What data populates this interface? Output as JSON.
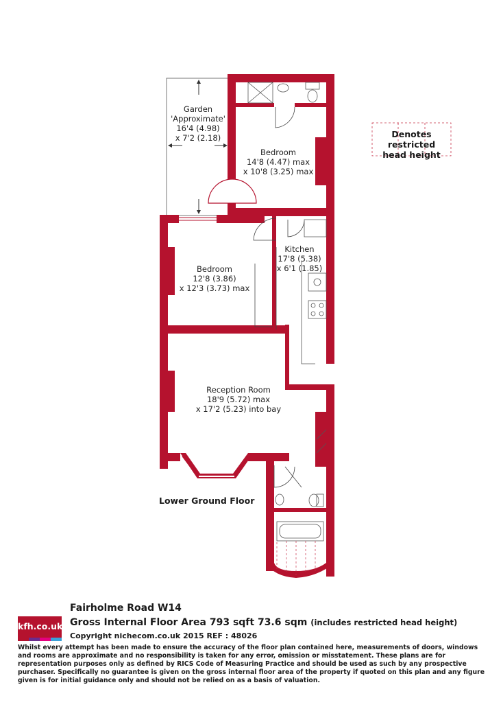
{
  "rooms": [
    {
      "id": "garden",
      "name": "Garden",
      "lines": [
        "'Approximate'",
        "16'4 (4.98)",
        "x 7'2 (2.18)"
      ]
    },
    {
      "id": "bedroom1",
      "name": "Bedroom",
      "lines": [
        "14'8 (4.47) max",
        "x 10'8 (3.25) max"
      ]
    },
    {
      "id": "kitchen",
      "name": "Kitchen",
      "lines": [
        "17'8 (5.38)",
        "x 6'1 (1.85)"
      ]
    },
    {
      "id": "bedroom2",
      "name": "Bedroom",
      "lines": [
        "12'8 (3.86)",
        "x 12'3 (3.73) max"
      ]
    },
    {
      "id": "reception",
      "name": "Reception Room",
      "lines": [
        "18'9 (5.72) max",
        "x 17'2 (5.23) into bay"
      ]
    }
  ],
  "key": {
    "line1": "Denotes restricted",
    "line2": "head height"
  },
  "floor_name": "Lower Ground Floor",
  "footer": {
    "logo_text": "kfh.co.uk",
    "logo_colors": [
      "#b5122e",
      "#6a2c8e",
      "#e5007e",
      "#3aa0d8"
    ],
    "address": "Fairholme Road  W14",
    "area_main": "Gross Internal Floor Area 793 sqft 73.6 sqm",
    "area_note": "(includes restricted head height)",
    "copyright": "Copyright nichecom.co.uk 2015 REF : 48026",
    "disclaimer": "Whilst every attempt has been made to ensure the accuracy of the floor plan contained here, measurements of doors, windows and rooms are approximate and no responsibility is taken for any error, omission or misstatement.  These plans are for representation purposes only as defined by RICS Code of Measuring Practice and should be used as such by any prospective purchaser.  Specifically no guarantee is given on the gross internal floor area of the property if quoted on this plan and any figure given is for initial guidance only and should not be relied on as a basis of valuation."
  },
  "colors": {
    "wall": "#b5122e",
    "key_border": "#c8324a"
  }
}
